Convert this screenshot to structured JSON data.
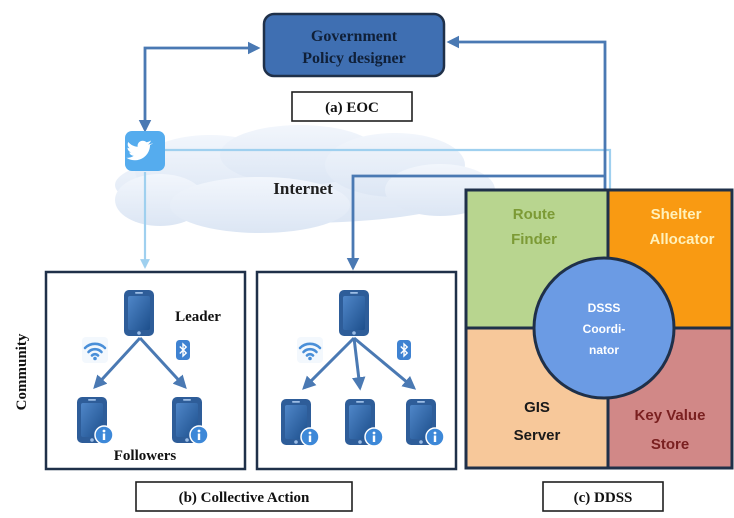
{
  "eoc": {
    "box_line1": "Government",
    "box_line2": "Policy designer",
    "caption": "(a) EOC"
  },
  "internet": {
    "label": "Internet",
    "social_icon": "twitter-bird-icon"
  },
  "community": {
    "side_label": "Community",
    "leader_label": "Leader",
    "followers_label": "Followers",
    "caption": "(b) Collective Action",
    "icons": [
      "smartphone-icon",
      "wifi-icon",
      "bluetooth-icon",
      "info-icon"
    ]
  },
  "ddss": {
    "route_finder_line1": "Route",
    "route_finder_line2": "Finder",
    "shelter_line1": "Shelter",
    "shelter_line2": "Allocator",
    "gis_line1": "GIS",
    "gis_line2": "Server",
    "kv_line1": "Key Value",
    "kv_line2": "Store",
    "coord_line1": "DSSS",
    "coord_line2": "Coordi-",
    "coord_line3": "nator",
    "caption": "(c) DDSS"
  },
  "colors": {
    "arrow": "#4a79b3",
    "light_arrow": "#9fd0ef",
    "gov_fill": "#3f6fb2",
    "panel_border": "#1f3049",
    "route_finder": "#b8d58f",
    "shelter": "#f99a12",
    "gis": "#f7c89a",
    "key_value": "#d18887",
    "coordinator": "#6b9be4",
    "cloud": "#e6eef9",
    "route_text": "#7c9a35",
    "shelter_text": "#fff1bb",
    "kv_text": "#7a2020"
  }
}
